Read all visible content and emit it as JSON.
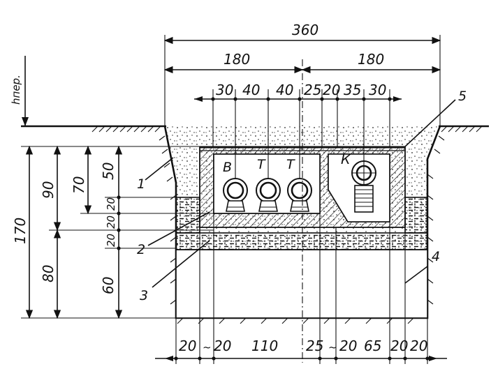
{
  "dimensions": {
    "total_width": "360",
    "half_left": "180",
    "half_right": "180",
    "pipe_spacing": [
      "30",
      "40",
      "40",
      "25",
      "20",
      "35",
      "30"
    ],
    "bottom": [
      "20",
      "20",
      "110",
      "25",
      "20",
      "65",
      "20",
      "20"
    ],
    "vertical_outer": "170",
    "vertical_upper": "90",
    "vertical_lower": "80",
    "vertical_inner_70": "70",
    "vertical_50": "50",
    "vertical_20a": "20",
    "vertical_20b": "20",
    "vertical_20c": "20",
    "vertical_60": "60"
  },
  "labels": {
    "depth_marker": "hпер.",
    "pipe_b": "В",
    "pipe_t1": "Т",
    "pipe_t2": "Т",
    "pipe_k": "К",
    "callout_1": "1",
    "callout_2": "2",
    "callout_3": "3",
    "callout_4": "4",
    "callout_5": "5"
  }
}
